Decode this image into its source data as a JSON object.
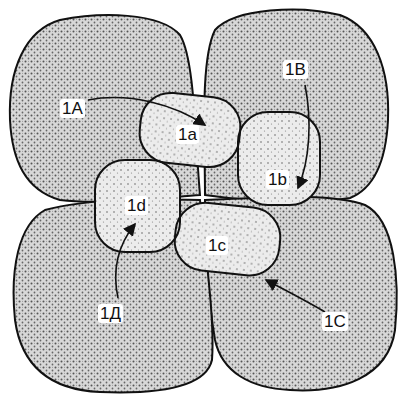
{
  "diagram": {
    "labels": [
      "1A",
      "1a",
      "1B",
      "1b",
      "1d",
      "1c",
      "1Д",
      "1C"
    ]
  }
}
